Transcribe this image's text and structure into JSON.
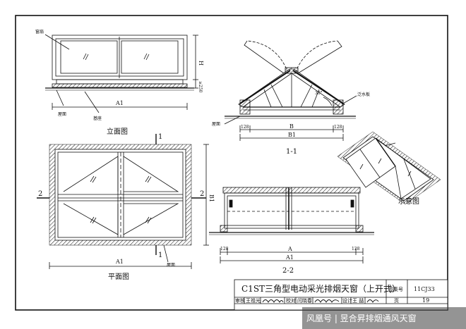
{
  "views": {
    "elevation": {
      "caption": "立面图",
      "label_glass": "窗扇",
      "label_roof": "屋面",
      "label_base": "基座",
      "dim_a1": "A1",
      "dim_h": "H",
      "dim_250": "≥250"
    },
    "plan": {
      "caption": "平面图",
      "label_roof": "屋面",
      "dim_a1": "A1",
      "dim_b1": "B1",
      "cut_1": "1",
      "cut_2": "2"
    },
    "section11": {
      "caption": "1-1",
      "label_roof": "屋面",
      "label_flashing": "泛水板",
      "angle": "30°",
      "dim_b": "B",
      "dim_b1": "B1",
      "dim_128l": "128",
      "dim_128r": "128"
    },
    "section22": {
      "caption": "2-2",
      "dim_a": "A",
      "dim_a1": "A1",
      "dim_128l": "128",
      "dim_128r": "128"
    },
    "iso": {
      "caption": "示意图"
    }
  },
  "title_block": {
    "title": "C1ST三角型电动采光排烟天窗（上开式）",
    "atlas_label": "图集号",
    "atlas_no": "11CJ33",
    "review_label": "审核",
    "reviewer": "王祖光",
    "check_label": "校对",
    "checker": "闫晓春",
    "design_label": "设计",
    "designer": "王 喆",
    "page_label": "页",
    "page_no": "19"
  },
  "watermark": {
    "text": "风凰号 | 昱合昇排烟通风天窗"
  }
}
